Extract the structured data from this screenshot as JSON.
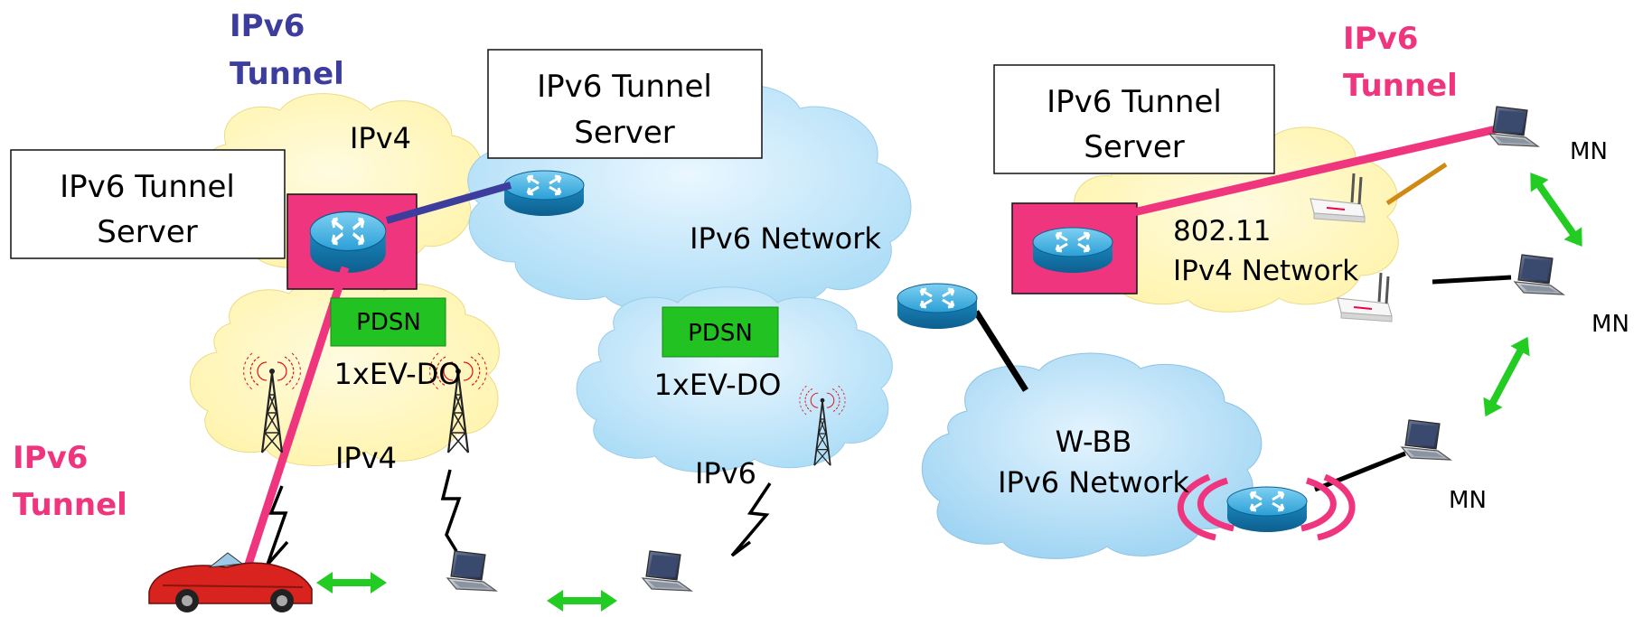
{
  "tunnel_labels": {
    "top_left": [
      "IPv6",
      "Tunnel"
    ],
    "top_right": [
      "IPv6",
      "Tunnel"
    ],
    "bottom_left": [
      "IPv6",
      "Tunnel"
    ]
  },
  "boxes": {
    "left_server": [
      "IPv6 Tunnel",
      "Server"
    ],
    "top_server": [
      "IPv6 Tunnel",
      "Server"
    ],
    "right_server": [
      "IPv6 Tunnel",
      "Server"
    ]
  },
  "clouds": {
    "left_ipv4_top": "IPv4",
    "ipv6_network": "IPv6 Network",
    "wireless_lan": [
      "802.11",
      "IPv4 Network"
    ],
    "left_ipv4_bottom": "IPv4",
    "center_ipv6": "IPv6",
    "wbb": [
      "W-BB",
      "IPv6 Network"
    ]
  },
  "pdsn": {
    "left": "PDSN",
    "center": "PDSN"
  },
  "evdo": {
    "left": "1xEV-DO",
    "center": "1xEV-DO"
  },
  "mobile_nodes": {
    "top": "MN",
    "middle": "MN",
    "bottom": "MN"
  },
  "colors": {
    "tunnel_pink": "#f0357f",
    "tunnel_blue": "#3d3d9e",
    "ipv4_cloud": "#fff8ba",
    "ipv6_cloud": "#bfe4f8",
    "pdsn_green": "#21c221",
    "arrow_green": "#22cc22",
    "router_blue": "#1c9bd3",
    "wifi_link": "#d08a14"
  }
}
